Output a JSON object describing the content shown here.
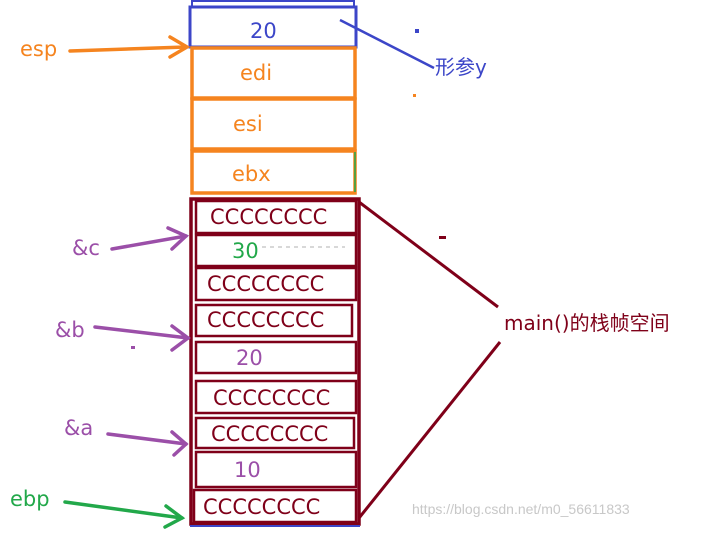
{
  "diagram": {
    "top_cell": {
      "text": "20",
      "color": "#3c46c8"
    },
    "param_label": {
      "text": "形参y",
      "color": "#3c46c8"
    },
    "saved_registers": {
      "color": "#f5841f",
      "cells": [
        "edi",
        "esi",
        "ebx"
      ]
    },
    "main_frame": {
      "border_color": "#7f0019",
      "label": "main()的栈帧空间",
      "cells": [
        {
          "text": "CCCCCCCC",
          "color": "#7f0019"
        },
        {
          "text": "30",
          "color": "#22a84a"
        },
        {
          "text": "CCCCCCCC",
          "color": "#7f0019"
        },
        {
          "text": "CCCCCCCC",
          "color": "#7f0019"
        },
        {
          "text": "20",
          "color": "#9b4fa8"
        },
        {
          "text": "CCCCCCCC",
          "color": "#7f0019"
        },
        {
          "text": "CCCCCCCC",
          "color": "#7f0019"
        },
        {
          "text": "10",
          "color": "#9b4fa8"
        },
        {
          "text": "CCCCCCCC",
          "color": "#7f0019"
        }
      ]
    },
    "pointers": [
      {
        "label": "esp",
        "color": "#f5841f"
      },
      {
        "label": "&c",
        "color": "#9b4fa8"
      },
      {
        "label": "&b",
        "color": "#9b4fa8"
      },
      {
        "label": "&a",
        "color": "#9b4fa8"
      },
      {
        "label": "ebp",
        "color": "#22a84a"
      }
    ],
    "watermark": "https://blog.csdn.net/m0_56611833"
  }
}
